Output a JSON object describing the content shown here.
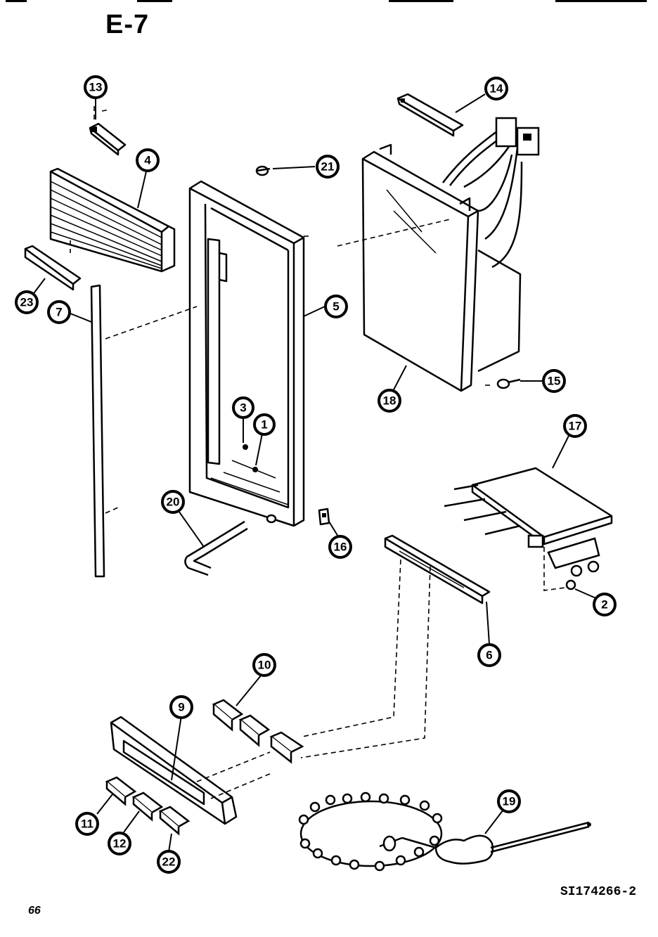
{
  "page": {
    "title": "E-7",
    "diagram_code": "SI174266-2",
    "page_number": "66"
  },
  "callouts": [
    {
      "id": "13",
      "label": "13"
    },
    {
      "id": "14",
      "label": "14"
    },
    {
      "id": "4",
      "label": "4"
    },
    {
      "id": "21",
      "label": "21"
    },
    {
      "id": "23",
      "label": "23"
    },
    {
      "id": "7",
      "label": "7"
    },
    {
      "id": "5",
      "label": "5"
    },
    {
      "id": "18",
      "label": "18"
    },
    {
      "id": "15",
      "label": "15"
    },
    {
      "id": "3",
      "label": "3"
    },
    {
      "id": "1",
      "label": "1"
    },
    {
      "id": "17",
      "label": "17"
    },
    {
      "id": "20",
      "label": "20"
    },
    {
      "id": "16",
      "label": "16"
    },
    {
      "id": "2",
      "label": "2"
    },
    {
      "id": "6",
      "label": "6"
    },
    {
      "id": "10",
      "label": "10"
    },
    {
      "id": "9",
      "label": "9"
    },
    {
      "id": "19",
      "label": "19"
    },
    {
      "id": "11",
      "label": "11"
    },
    {
      "id": "12",
      "label": "12"
    },
    {
      "id": "22",
      "label": "22"
    }
  ]
}
